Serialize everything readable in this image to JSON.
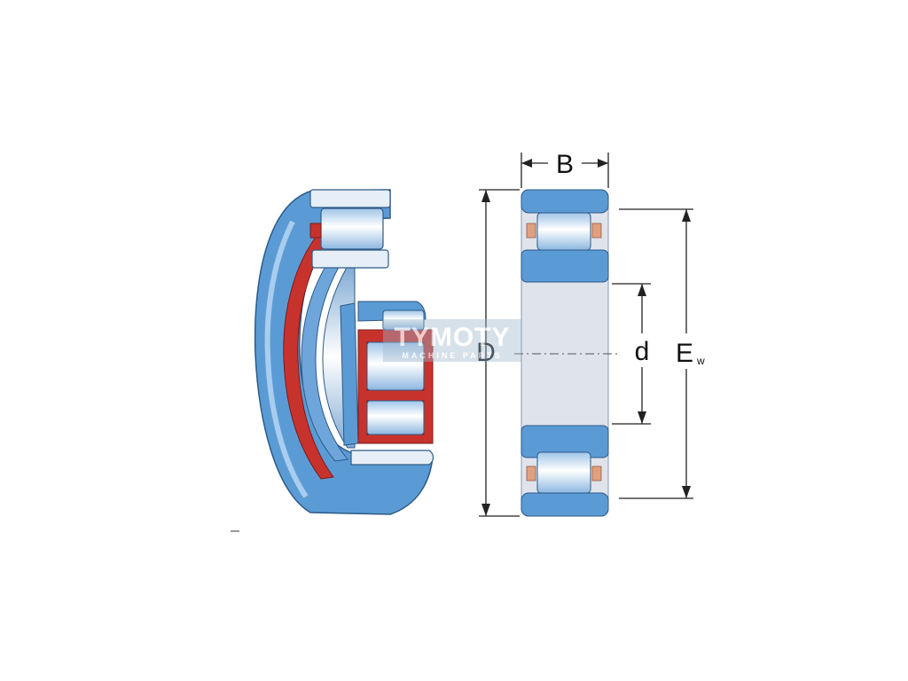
{
  "diagram": {
    "labels": {
      "width": "B",
      "outer_diameter": "D",
      "bore_diameter": "d",
      "raceway_main": "E",
      "raceway_sub": "w"
    },
    "watermark": {
      "brand": "TYMOTY",
      "tagline": "MACHINE PARTS"
    },
    "colors": {
      "ring_blue": "#5b9bd5",
      "ring_light": "#b9d5ee",
      "cage_red": "#c8322d",
      "cage_copper": "#e0a080",
      "bore_gray": "#dfe3ec",
      "outline": "#2e5a86",
      "dim_line": "#222222"
    },
    "icons": [
      "bearing-3d-cutaway-icon",
      "bearing-cross-section-icon",
      "dimension-arrow-icon"
    ]
  }
}
